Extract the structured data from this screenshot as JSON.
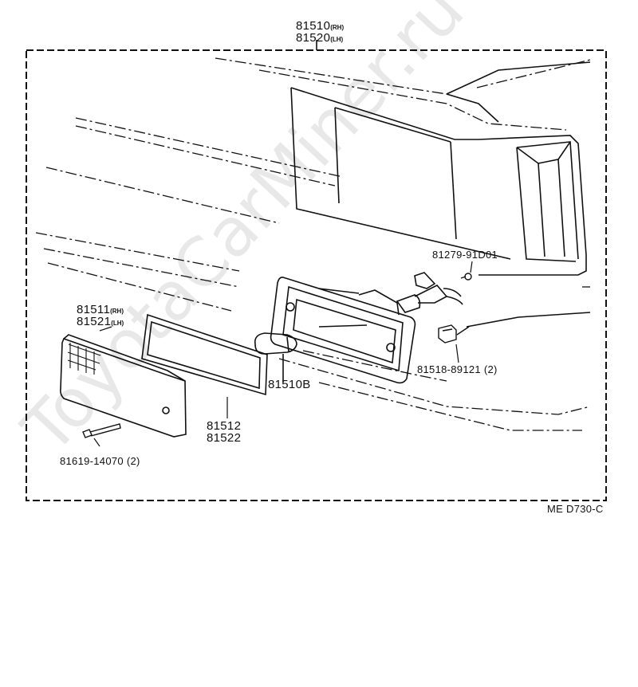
{
  "labels": {
    "lamp_assy_rh": "81510",
    "lamp_assy_rh_side": "(RH)",
    "lamp_assy_lh": "81520",
    "lamp_assy_lh_side": "(LH)",
    "lens_rh": "81511",
    "lens_rh_side": "(RH)",
    "lens_lh": "81521",
    "lens_lh_side": "(LH)",
    "gasket_rh": "81512",
    "gasket_lh": "81522",
    "bulb": "81510B",
    "screw_top": "81279-91D01",
    "clip": "81518-89121 (2)",
    "lens_screw": "81619-14070 (2)",
    "diagram_code": "ME D730-C"
  },
  "watermark": "ToyotaCarMiner.ru"
}
